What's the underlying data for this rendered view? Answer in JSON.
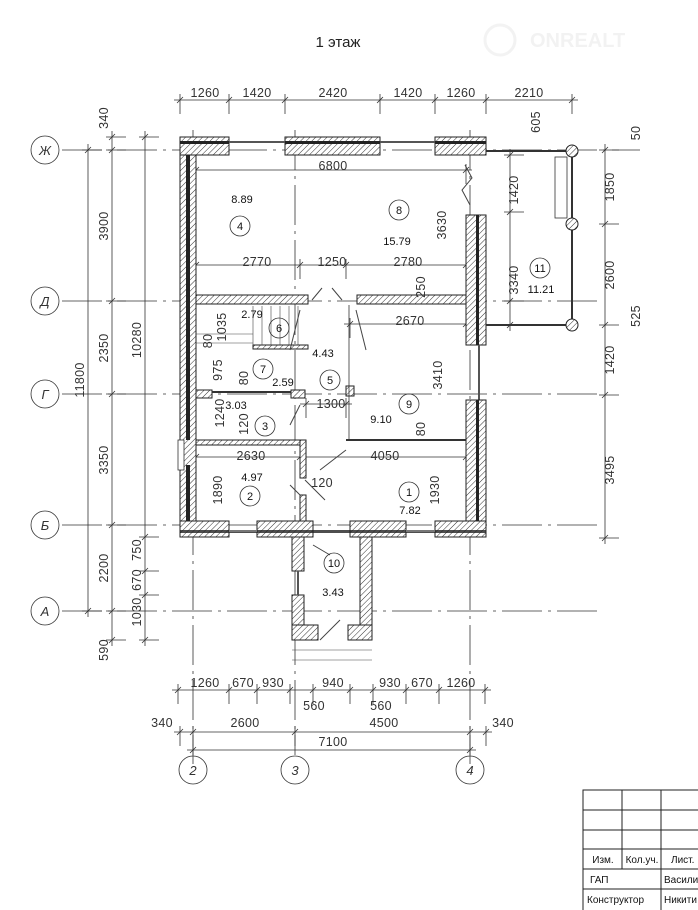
{
  "title": "1 этаж",
  "watermark": {
    "brand": "ONREALT"
  },
  "axes": {
    "rows": [
      "Ж",
      "Д",
      "Г",
      "Б",
      "А"
    ],
    "cols": [
      "2",
      "3",
      "4"
    ]
  },
  "rooms": [
    {
      "number": "1",
      "area": "7.82"
    },
    {
      "number": "2",
      "area": "4.97"
    },
    {
      "number": "3",
      "area": "3.03"
    },
    {
      "number": "4",
      "area": "8.89"
    },
    {
      "number": "5",
      "area": "4.43"
    },
    {
      "number": "6",
      "area": "2.79"
    },
    {
      "number": "7",
      "area": "2.59"
    },
    {
      "number": "8",
      "area": "15.79"
    },
    {
      "number": "9",
      "area": "9.10"
    },
    {
      "number": "10",
      "area": "3.43"
    },
    {
      "number": "11",
      "area": "11.21"
    }
  ],
  "dims": {
    "top": [
      "1260",
      "1420",
      "2420",
      "1420",
      "1260",
      "2210"
    ],
    "left_chain": [
      "3900",
      "2350",
      "3350",
      "2200"
    ],
    "left_total": "11800",
    "left_outer": [
      "340",
      "590"
    ],
    "left_building": "10280",
    "left_porch": [
      "750",
      "670",
      "1030"
    ],
    "right_chain": [
      "1850",
      "2600",
      "1420",
      "3495"
    ],
    "right_callouts": [
      "50",
      "525",
      "605"
    ],
    "terrace": [
      "1420",
      "3340"
    ],
    "bottom_chain": [
      "1260",
      "670",
      "930",
      "940",
      "930",
      "670",
      "1260"
    ],
    "bottom_callouts": [
      "560",
      "560"
    ],
    "bottom_axes": [
      "340",
      "2600",
      "4500",
      "340"
    ],
    "bottom_total": "7100",
    "interior": {
      "d6800": "6800",
      "d2770": "2770",
      "d1250": "1250",
      "d2780": "2780",
      "d3630": "3630",
      "d250": "250",
      "d2670": "2670",
      "d1035": "1035",
      "d80a": "80",
      "d975": "975",
      "d80b": "80",
      "d1300": "1300",
      "d3410": "3410",
      "d1240": "1240",
      "d120a": "120",
      "d2630": "2630",
      "d4050": "4050",
      "d80c": "80",
      "d1890": "1890",
      "d120b": "120",
      "d1930": "1930"
    }
  },
  "title_block": {
    "headers": [
      "Изм.",
      "Кол.уч.",
      "Лист."
    ],
    "rows": [
      {
        "role": "ГАП",
        "name": "Василиш"
      },
      {
        "role": "Конструктор",
        "name": "Никити"
      }
    ]
  }
}
